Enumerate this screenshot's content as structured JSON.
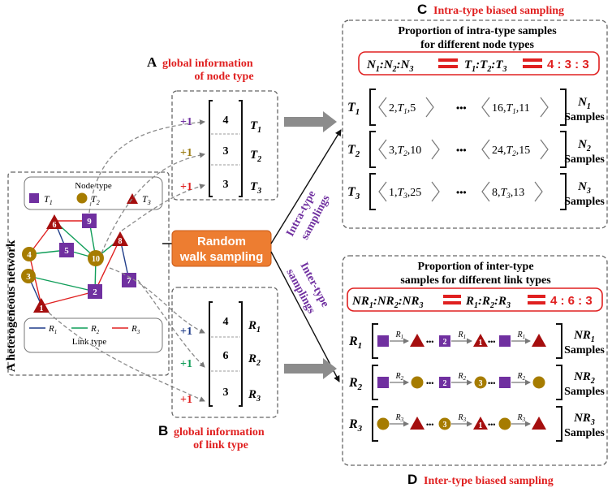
{
  "network": {
    "title": "A heterogeneous network",
    "node_legend_title": "Node type",
    "node_types": [
      "T1",
      "T2",
      "T3"
    ],
    "link_legend_title": "Link type",
    "link_types": [
      "R1",
      "R2",
      "R3"
    ],
    "nodes": [
      {
        "label": "6",
        "type": "T3"
      },
      {
        "label": "9",
        "type": "T1"
      },
      {
        "label": "8",
        "type": "T3"
      },
      {
        "label": "4",
        "type": "T2"
      },
      {
        "label": "5",
        "type": "T1"
      },
      {
        "label": "10",
        "type": "T2"
      },
      {
        "label": "3",
        "type": "T2"
      },
      {
        "label": "7",
        "type": "T1"
      },
      {
        "label": "2",
        "type": "T1"
      },
      {
        "label": "1",
        "type": "T3"
      }
    ],
    "colors": {
      "T1": "#7030a0",
      "T2": "#a67c00",
      "T3": "#a50e0e",
      "R1": "#1f3c88",
      "R2": "#0f9d58",
      "R3": "#e02020"
    }
  },
  "random_walk": {
    "line1": "Random",
    "line2": "walk sampling",
    "color": "#ed7d31"
  },
  "arrows": {
    "intra": [
      "Intra-type",
      "samplings"
    ],
    "inter": [
      "Inter-type",
      "samplings"
    ]
  },
  "panel_a": {
    "letter": "A",
    "title": [
      "global information",
      "of node type"
    ],
    "increments": [
      "+1",
      "+1",
      "+1"
    ],
    "values": [
      "4",
      "3",
      "3"
    ],
    "labels": [
      "T1",
      "T2",
      "T3"
    ]
  },
  "panel_b": {
    "letter": "B",
    "title": [
      "global information",
      "of link type"
    ],
    "increments": [
      "+1",
      "+1",
      "+1"
    ],
    "values": [
      "4",
      "6",
      "3"
    ],
    "labels": [
      "R1",
      "R2",
      "R3"
    ]
  },
  "panel_c": {
    "letter": "C",
    "title": "Intra-type biased sampling",
    "heading": [
      "Proportion of intra-type samples",
      "for different node types"
    ],
    "ratio_left": "N1:N2:N3",
    "ratio_mid": "T1:T2:T3",
    "ratio_value": "4 : 3 : 3",
    "rows": [
      {
        "type": "T1",
        "first": [
          "2",
          "T1",
          "5"
        ],
        "last": [
          "16",
          "T1",
          "11"
        ],
        "count": "N1",
        "suffix": "Samples"
      },
      {
        "type": "T2",
        "first": [
          "3",
          "T2",
          "10"
        ],
        "last": [
          "24",
          "T2",
          "15"
        ],
        "count": "N2",
        "suffix": "Samples"
      },
      {
        "type": "T3",
        "first": [
          "1",
          "T3",
          "25"
        ],
        "last": [
          "8",
          "T3",
          "13"
        ],
        "count": "N3",
        "suffix": "Samples"
      }
    ]
  },
  "panel_d": {
    "letter": "D",
    "title": "Inter-type biased sampling",
    "heading": [
      "Proportion of inter-type",
      "samples for different link types"
    ],
    "ratio_left": "NR1:NR2:NR3",
    "ratio_mid": "R1:R2:R3",
    "ratio_value": "4 : 6 : 3",
    "rows": [
      {
        "type": "R1",
        "count": "NR1",
        "suffix": "Samples",
        "mid_labels": [
          "2",
          "1"
        ]
      },
      {
        "type": "R2",
        "count": "NR2",
        "suffix": "Samples",
        "mid_labels": [
          "2",
          "3"
        ]
      },
      {
        "type": "R3",
        "count": "NR3",
        "suffix": "Samples",
        "mid_labels": [
          "3",
          "1"
        ]
      }
    ]
  },
  "ellipsis": "•••"
}
